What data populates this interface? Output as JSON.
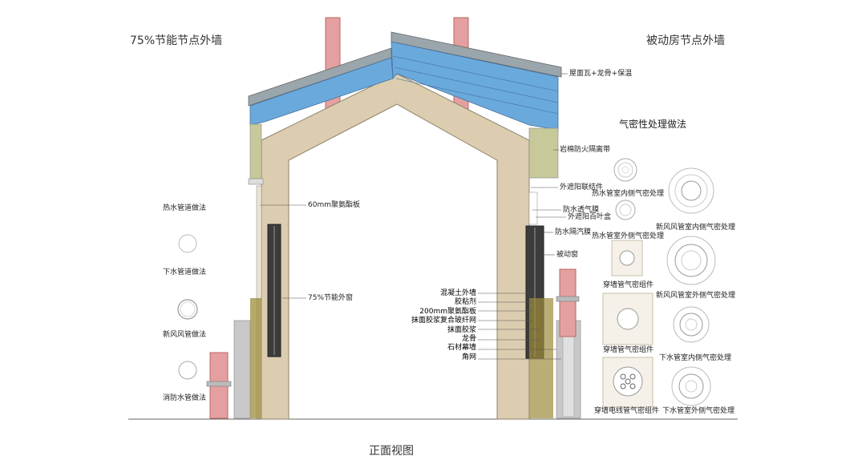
{
  "titles": {
    "left": "75%节能节点外墙",
    "right": "被动房节点外墙",
    "airtight": "气密性处理做法",
    "bottom": "正面视图"
  },
  "left_labels": {
    "hot_water_pipe": "热水管道做法",
    "drain_pipe": "下水管道做法",
    "fresh_air_pipe": "新风风管做法",
    "fire_water_pipe": "消防水管做法",
    "eps_60": "60mm聚氨酯板",
    "window_75": "75%节能外窗"
  },
  "right_callouts": {
    "roof": "屋面瓦+龙骨+保温",
    "rockwool": "岩棉防火隔离带",
    "sunshade_connector": "外遮阳联结件",
    "waterproof_membrane": "防水透气膜",
    "blind_box": "外遮阳百叶盒",
    "vapor_barrier": "防水隔汽膜",
    "passive_window": "被动窗"
  },
  "wall_layers": [
    "混凝土外墙",
    "胶粘剂",
    "200mm聚氨酯板",
    "抹面胶浆复合玻纤网",
    "抹面胶浆",
    "龙骨",
    "石材幕墙",
    "角网"
  ],
  "airtight_labels": {
    "hot_in": "热水管室内侧气密处理",
    "hot_out": "热水管室外侧气密处理",
    "fresh_in": "新风风管室内侧气密处理",
    "fresh_out": "新风风管室外侧气密处理",
    "sleeve_1": "穿墙管气密组件",
    "sleeve_2": "穿墙管气密组件",
    "drain_in": "下水管室内侧气密处理",
    "cable": "穿墙电线管气密组件",
    "drain_out": "下水管室外侧气密处理"
  },
  "colors": {
    "concrete": "#dccdb0",
    "roof_blue": "#6aa9dc",
    "roof_tile": "#9aa6ab",
    "insulation_green": "#c7c99a",
    "window_dark": "#3c3c3c",
    "pipe_pink": "#e4a0a0",
    "stone_gray": "#c8c8c8",
    "olive": "#9c8c3a"
  }
}
